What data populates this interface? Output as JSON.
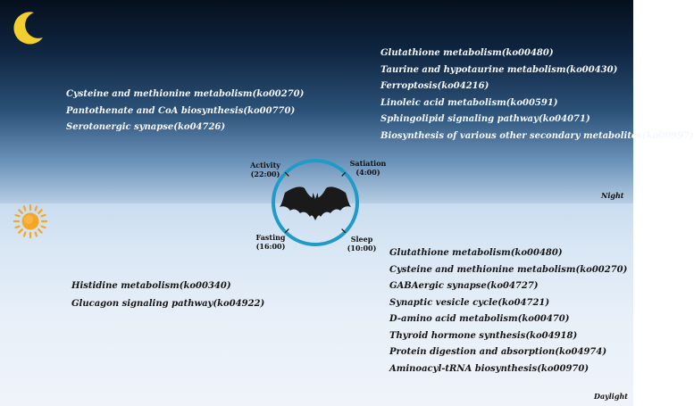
{
  "night": {
    "label": "Night",
    "left_items": [
      "Cysteine and methionine metabolism(ko00270)",
      "Pantothenate and CoA biosynthesis(ko00770)",
      "Serotonergic synapse(ko04726)"
    ],
    "right_items": [
      "Glutathione metabolism(ko00480)",
      "Taurine and hypotaurine metabolism(ko00430)",
      "Ferroptosis(ko04216)",
      "Linoleic acid metabolism(ko00591)",
      "Sphingolipid signaling pathway(ko04071)",
      "Biosynthesis of various other secondary metabolites(ko00997)"
    ]
  },
  "daylight": {
    "label": "Daylight",
    "left_items": [
      "Histidine metabolism(ko00340)",
      "Glucagon signaling pathway(ko04922)"
    ],
    "right_items": [
      "Glutathione metabolism(ko00480)",
      "Cysteine and methionine metabolism(ko00270)",
      "GABAergic synapse(ko04727)",
      "Synaptic vesicle cycle(ko04721)",
      "D-amino acid metabolism(ko00470)",
      "Thyroid hormone synthesis(ko04918)",
      "Protein digestion and absorption(ko04974)",
      "Aminoacyl-tRNA biosynthesis(ko00970)"
    ]
  },
  "clock": {
    "phases": [
      {
        "name": "Activity",
        "time": "(22:00)"
      },
      {
        "name": "Satiation",
        "time": "(4:00)"
      },
      {
        "name": "Sleep",
        "time": "(10:00)"
      },
      {
        "name": "Fasting",
        "time": "(16:00)"
      }
    ]
  },
  "icons": {
    "moon": "crescent-moon-icon",
    "sun": "sun-icon",
    "bat": "bat-silhouette-icon"
  },
  "colors": {
    "ring": "#1e9bc6",
    "sun": "#f5a623",
    "moon": "#f2cf2e",
    "night_text": "#f4f7fc",
    "day_text": "#161616"
  }
}
